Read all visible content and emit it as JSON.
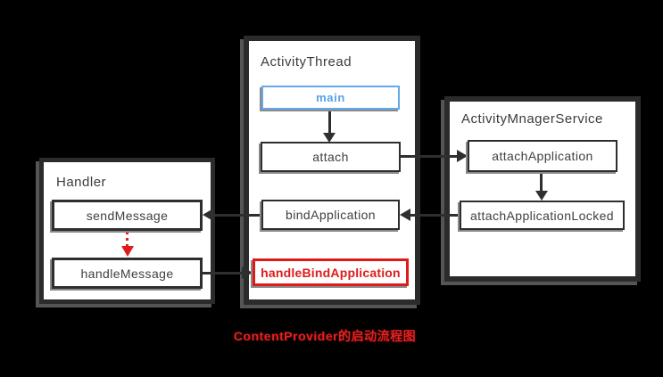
{
  "caption": "ContentProvider的启动流程图",
  "containers": {
    "activity_thread": {
      "title": "ActivityThread",
      "nodes": {
        "main": "main",
        "attach": "attach",
        "bind_application": "bindApplication",
        "handle_bind_application": "handleBindApplication"
      }
    },
    "activity_manager_service": {
      "title": "ActivityMnagerService",
      "nodes": {
        "attach_application": "attachApplication",
        "attach_application_locked": "attachApplicationLocked"
      }
    },
    "handler": {
      "title": "Handler",
      "nodes": {
        "send_message": "sendMessage",
        "handle_message": "handleMessage"
      }
    }
  },
  "edges": [
    {
      "from": "main",
      "to": "attach",
      "style": "solid-black",
      "direction": "down"
    },
    {
      "from": "attach",
      "to": "attachApplication",
      "style": "solid-black",
      "direction": "right"
    },
    {
      "from": "attachApplication",
      "to": "attachApplicationLocked",
      "style": "solid-black",
      "direction": "down"
    },
    {
      "from": "attachApplicationLocked",
      "to": "bindApplication",
      "style": "solid-black",
      "direction": "left"
    },
    {
      "from": "bindApplication",
      "to": "sendMessage",
      "style": "solid-black",
      "direction": "left"
    },
    {
      "from": "sendMessage",
      "to": "handleMessage",
      "style": "dotted-red",
      "direction": "down"
    },
    {
      "from": "handleMessage",
      "to": "handleBindApplication",
      "style": "solid-black",
      "direction": "right"
    }
  ],
  "colors": {
    "background": "#000000",
    "container_border": "#2b2b2b",
    "node_border": "#2e2e2e",
    "line": "#2f2f2f",
    "accent_blue": "#54a2e6",
    "accent_red": "#e01b1b",
    "caption_red": "#e42222",
    "text": "#3f3f3f"
  }
}
